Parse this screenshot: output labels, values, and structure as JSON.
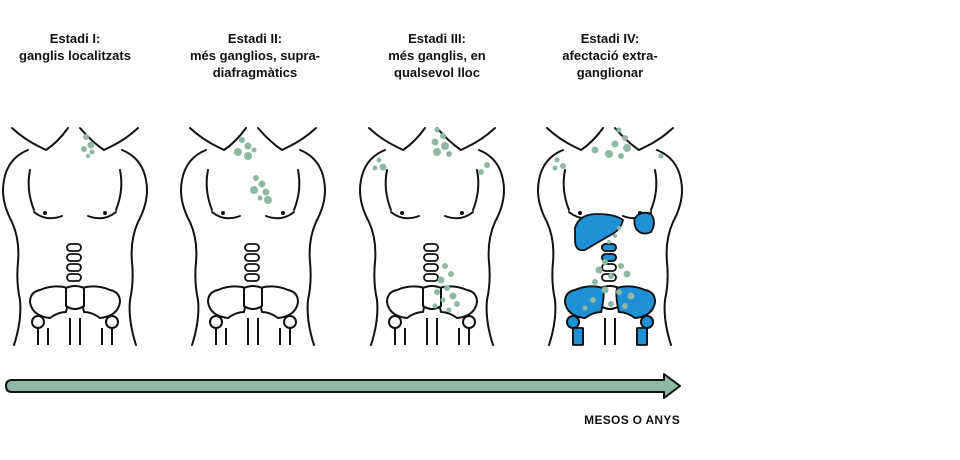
{
  "stages": [
    {
      "title": "Estadi I:",
      "desc_lines": [
        "ganglis localitzats"
      ]
    },
    {
      "title": "Estadi II:",
      "desc_lines": [
        "més ganglios, supra-",
        "diafragmàtics"
      ]
    },
    {
      "title": "Estadi III:",
      "desc_lines": [
        "més ganglis, en",
        "qualsevol lloc"
      ]
    },
    {
      "title": "Estadi IV:",
      "desc_lines": [
        "afectació extra-",
        "ganglionar"
      ]
    }
  ],
  "timeline": {
    "label": "MESOS O ANYS"
  },
  "colors": {
    "node": "#8fb8a2",
    "organ": "#1f8fd6",
    "arrow_fill": "#8fb8a2",
    "outline": "#111111"
  }
}
